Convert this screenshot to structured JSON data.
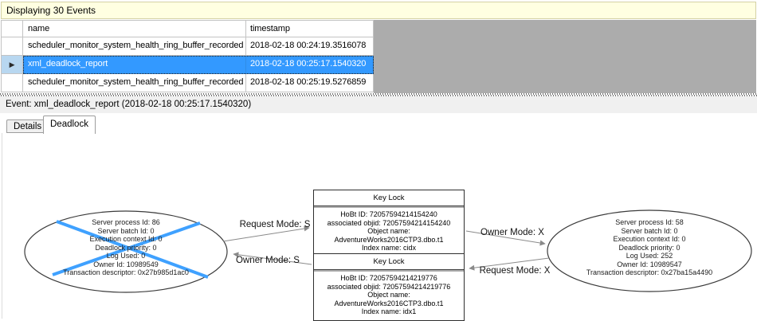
{
  "info_bar": {
    "text": "Displaying 30 Events"
  },
  "grid": {
    "columns": [
      {
        "label": "name"
      },
      {
        "label": "timestamp"
      }
    ],
    "rows": [
      {
        "name": "scheduler_monitor_system_health_ring_buffer_recorded",
        "timestamp": "2018-02-18 00:24:19.3516078"
      },
      {
        "name": "xml_deadlock_report",
        "timestamp": "2018-02-18 00:25:17.1540320"
      },
      {
        "name": "scheduler_monitor_system_health_ring_buffer_recorded",
        "timestamp": "2018-02-18 00:25:19.5276859"
      }
    ],
    "selected_row_index": 1,
    "row_selector_icon": "▶"
  },
  "event_bar": {
    "text": "Event: xml_deadlock_report (2018-02-18 00:25:17.1540320)"
  },
  "tabs": [
    {
      "label": "Details"
    },
    {
      "label": "Deadlock"
    }
  ],
  "active_tab": "Deadlock",
  "deadlock_graph": {
    "processes": [
      {
        "victim": true,
        "lines": [
          "Server process Id: 86",
          "Server batch Id: 0",
          "Execution context Id: 0",
          "Deadlock priority: 0",
          "Log Used: 0",
          "Owner Id: 10989549",
          "Transaction descriptor: 0x27b985d1ac0"
        ]
      },
      {
        "victim": false,
        "lines": [
          "Server process Id: 58",
          "Server batch Id: 0",
          "Execution context Id: 0",
          "Deadlock priority: 0",
          "Log Used: 252",
          "Owner Id: 10989547",
          "Transaction descriptor: 0x27ba15a4490"
        ]
      }
    ],
    "resources": [
      {
        "title": "Key Lock",
        "lines": [
          "HoBt ID: 72057594214154240",
          "associated objid: 72057594214154240",
          "Object name: AdventureWorks2016CTP3.dbo.t1",
          "Index name: cidx"
        ]
      },
      {
        "title": "Key Lock",
        "lines": [
          "HoBt ID: 72057594214219776",
          "associated objid: 72057594214219776",
          "Object name: AdventureWorks2016CTP3.dbo.t1",
          "Index name: idx1"
        ]
      }
    ],
    "edges": [
      {
        "label": "Request Mode: S"
      },
      {
        "label": "Owner Mode: S"
      },
      {
        "label": "Owner Mode: X"
      },
      {
        "label": "Request Mode: X"
      }
    ]
  },
  "colors": {
    "selection_bg": "#3399FF",
    "selection_rowhdr_bg": "#B8D7F0",
    "victim_cross": "#3FA1FF",
    "info_bar_bg": "#FFFFE1",
    "grid_empty_bg": "#ACACAC",
    "event_bar_bg": "#F0F0F0"
  }
}
